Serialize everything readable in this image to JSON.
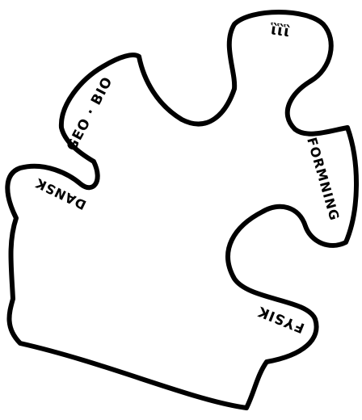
{
  "puzzle_piece": {
    "labels": {
      "geo_bio": "GEO · BIO",
      "symbols": "ἳἳἳ",
      "forming": "FORMNING",
      "dansk": "DANSK",
      "fysik": "FYSIK"
    },
    "colors": {
      "outline": "#000000",
      "background": "#ffffff"
    }
  }
}
